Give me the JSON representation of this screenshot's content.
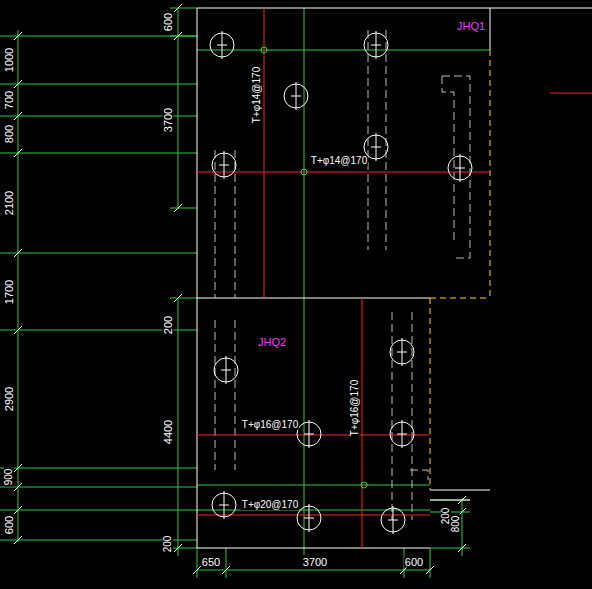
{
  "diagram": {
    "nodes": [
      {
        "text": [
          "JHQ1"
        ]
      },
      {
        "text": [
          "JHQ2"
        ]
      }
    ],
    "labels": [
      "1000",
      "700",
      "800",
      "2100",
      "1700",
      "2900",
      "900",
      "600",
      "600",
      "3700",
      "200",
      "4400",
      "200",
      "T+φ14@170",
      "T+φ14@170",
      "T+φ16@170",
      "T+φ16@170",
      "T+φ20@170",
      "650",
      "3700",
      "600",
      "200",
      "800"
    ]
  }
}
